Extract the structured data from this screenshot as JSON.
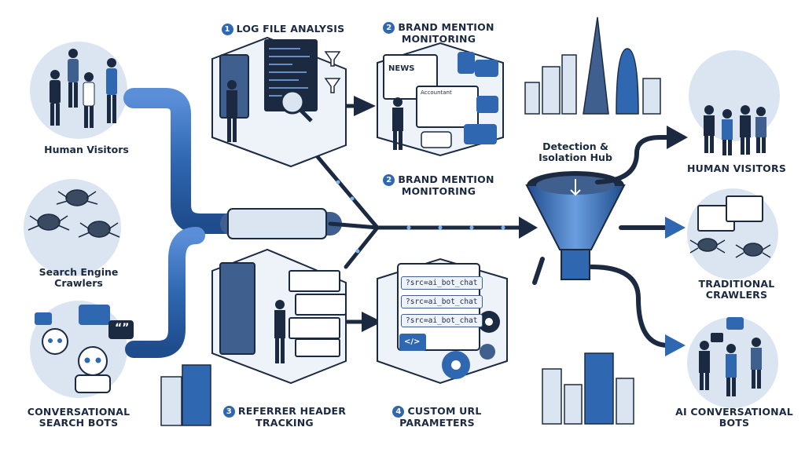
{
  "colors": {
    "primary": "#2f67b1",
    "dark": "#1b2a40",
    "light": "#dbe5f2",
    "accent": "#4f86d6"
  },
  "sources": {
    "human_visitors": "Human Visitors",
    "search_engine_crawlers": {
      "line1": "Search Engine",
      "line2": "Crawlers"
    },
    "conversational_bots": {
      "line1": "CONVERSATIONAL",
      "line2": "SEARCH BOTS"
    }
  },
  "methods": {
    "log_file": {
      "number": "1",
      "label": "LOG FILE ANALYSIS"
    },
    "brand_top": {
      "number": "2",
      "line1": "BRAND MENTION",
      "line2": "MONITORING"
    },
    "brand_bottom": {
      "number": "2",
      "line1": "BRAND MENTION",
      "line2": "MONITORING"
    },
    "referrer": {
      "number": "3",
      "line1": "REFERRER HEADER",
      "line2": "TRACKING"
    },
    "custom_url": {
      "number": "4",
      "line1": "CUSTOM URL",
      "line2": "PARAMETERS"
    }
  },
  "hub": {
    "line1": "Detection &",
    "line2": "Isolation Hub"
  },
  "outputs": {
    "human": "HUMAN VISITORS",
    "traditional": {
      "line1": "TRADITIONAL",
      "line2": "CRAWLERS"
    },
    "ai": {
      "line1": "AI CONVERSATIONAL",
      "line2": "BOTS"
    }
  },
  "illustrations": {
    "news_label": "NEWS",
    "account_label": "Accountant",
    "url_params": [
      "?src=ai_bot_chat",
      "?src=ai_bot_chat",
      "?src=ai_bot_chat"
    ],
    "speech_quote": "“”",
    "code_icon": "</>"
  }
}
